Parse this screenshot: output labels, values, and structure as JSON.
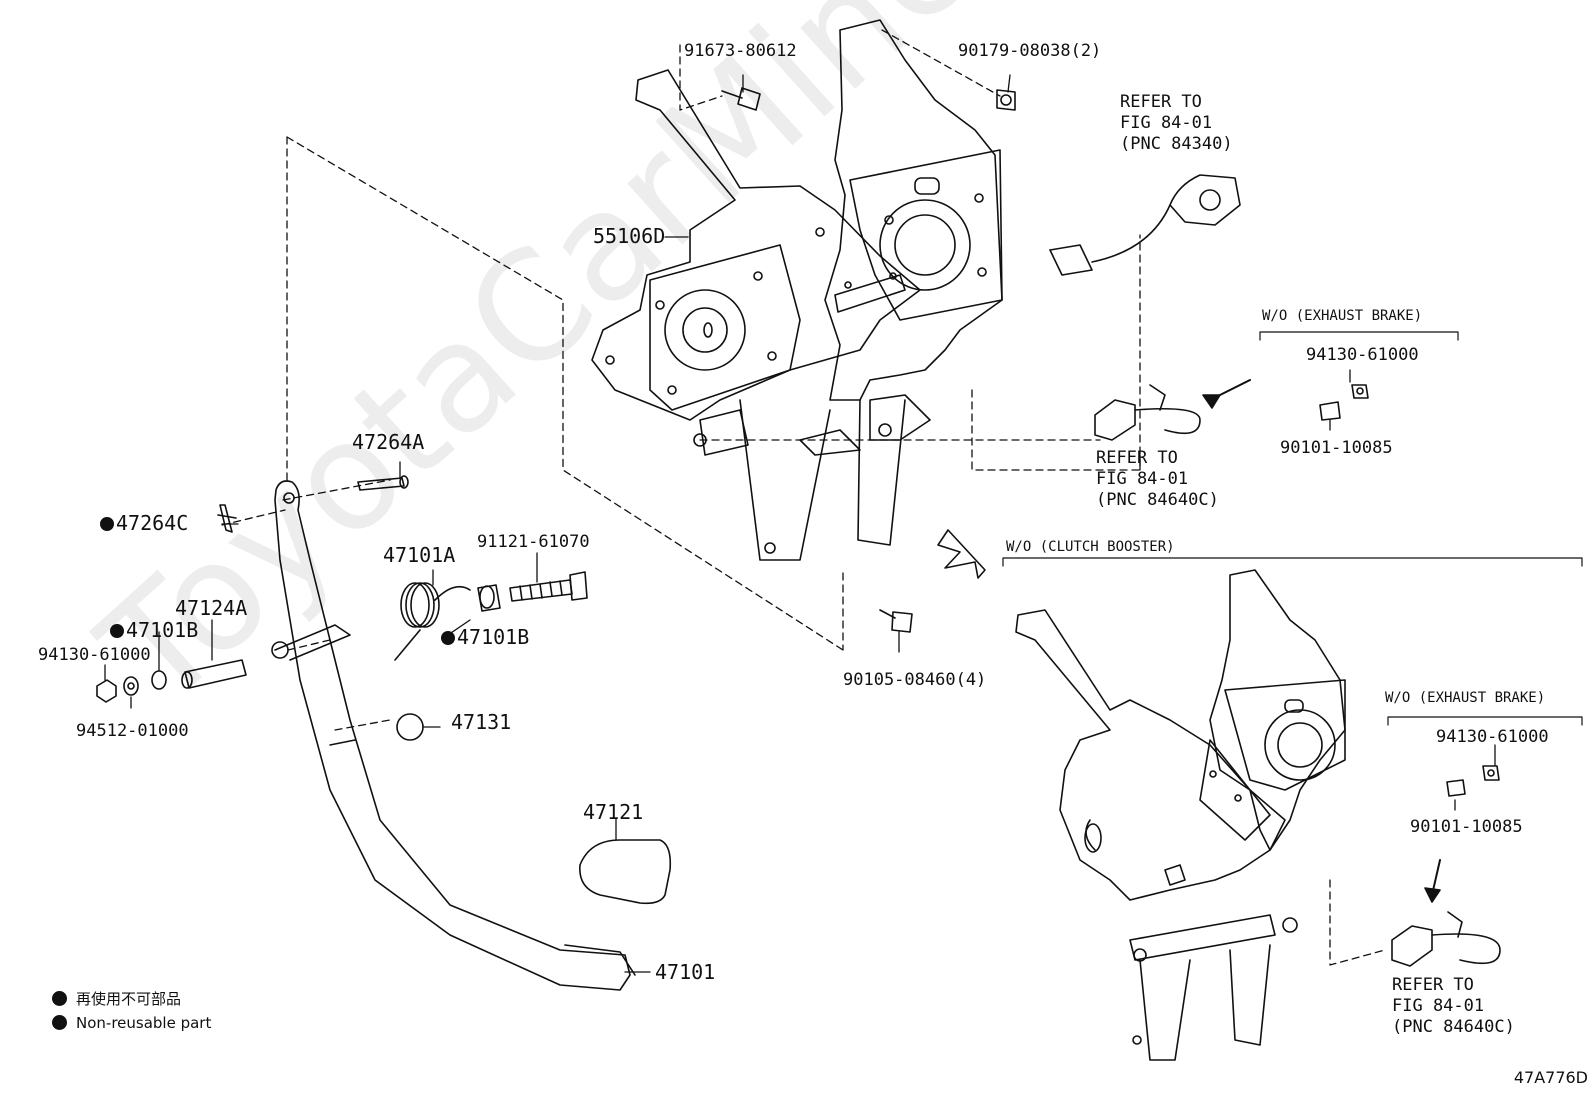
{
  "watermark": "ToyotaCarMine.ru",
  "figure_code": "47A776D",
  "legend": {
    "jp": "再使用不可部品",
    "en": "Non-reusable part"
  },
  "parts": {
    "p91673": "91673-80612",
    "p90179": "90179-08038(2)",
    "p55106D": "55106D",
    "p47264A": "47264A",
    "p47264C": "47264C",
    "p47101A": "47101A",
    "p91121": "91121-61070",
    "p47124A": "47124A",
    "p47101B_left": "47101B",
    "p47101B_right": "47101B",
    "p94130_left": "94130-61000",
    "p94512": "94512-01000",
    "p47131": "47131",
    "p47121": "47121",
    "p47101": "47101",
    "p90105": "90105-08460(4)",
    "p94130_top": "94130-61000",
    "p90101_top": "90101-10085",
    "p94130_bottom": "94130-61000",
    "p90101_bottom": "90101-10085"
  },
  "refs": {
    "ref1": [
      "REFER TO",
      "FIG 84-01",
      "(PNC 84340)"
    ],
    "ref2": [
      "REFER TO",
      "FIG 84-01",
      "(PNC 84640C)"
    ],
    "ref3": [
      "REFER TO",
      "FIG 84-01",
      "(PNC 84640C)"
    ]
  },
  "groups": {
    "wo_exhaust_top": "W/O (EXHAUST  BRAKE)",
    "wo_clutch_booster": "W/O (CLUTCH BOOSTER)",
    "wo_exhaust_bottom": "W/O (EXHAUST  BRAKE)"
  }
}
